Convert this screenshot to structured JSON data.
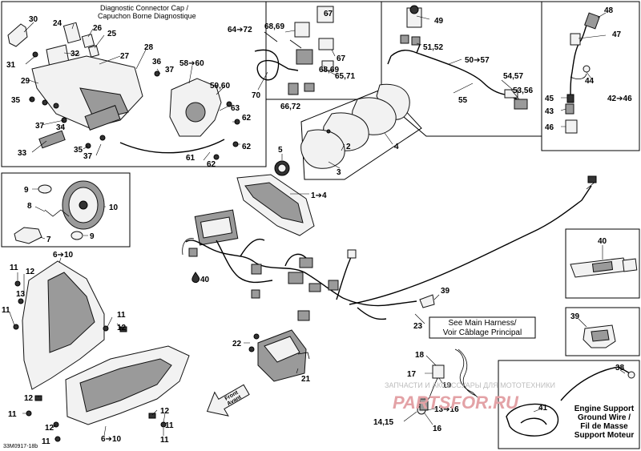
{
  "diagnostic_caption": {
    "line1": "Diagnostic Connector Cap /",
    "line2": "Capuchon Borne Diagnostique"
  },
  "callouts": {
    "c30": "30",
    "c24": "24",
    "c26": "26",
    "c25": "25",
    "c31": "31",
    "c32": "32",
    "c27": "27",
    "c28": "28",
    "c36": "36",
    "c37a": "37",
    "c29": "29",
    "c35": "35",
    "c37b": "37",
    "c34": "34",
    "c33": "33",
    "c35b": "35",
    "c37c": "37",
    "c58_60": "58➔60",
    "c59_60": "59,60",
    "c63": "63",
    "c62a": "62",
    "c62b": "62",
    "c61": "61",
    "c62c": "62",
    "c64_72": "64➔72",
    "c68_69a": "68,69",
    "c67a": "67",
    "c68_69b": "68,69",
    "c67b": "67",
    "c65_71": "65,71",
    "c70": "70",
    "c66_72": "66,72",
    "c49": "49",
    "c51_52": "51,52",
    "c50_57": "50➔57",
    "c54_57": "54,57",
    "c53_56": "53,56",
    "c55": "55",
    "c48": "48",
    "c47": "47",
    "c44": "44",
    "c42_46": "42➔46",
    "c45": "45",
    "c43": "43",
    "c46": "46",
    "c5": "5",
    "c2": "2",
    "c3": "3",
    "c4": "4",
    "c1_4": "1➔4",
    "c9a": "9",
    "c10": "10",
    "c8": "8",
    "c7": "7",
    "c9b": "9",
    "c6_10a": "6➔10",
    "c11a": "11",
    "c12a": "12",
    "c11b": "11",
    "c13": "13",
    "c11c": "11",
    "c40a": "40",
    "c40b": "40",
    "c39a": "39",
    "c39b": "39",
    "c23": "23",
    "c22": "22",
    "c21": "21",
    "c18": "18",
    "c17": "17",
    "c19": "19",
    "c13_16": "13➔16",
    "c14_15": "14,15",
    "c16": "16",
    "c41": "41",
    "c38": "38",
    "c11d": "11",
    "c12b": "12",
    "c12c": "12",
    "c11e": "11",
    "c12d": "12",
    "c11f": "11",
    "c6_10b": "6➔10",
    "c11g": "11"
  },
  "main_harness": {
    "line1": "See Main Harness/",
    "line2": "Voir Câblage Principal"
  },
  "engine_support": {
    "line1": "Engine Support",
    "line2": "Ground Wire /",
    "line3": "Fil de Masse",
    "line4": "Support Moteur"
  },
  "front": {
    "line1": "Front",
    "line2": "Avant"
  },
  "part_code": "33M0917-18b",
  "watermark": {
    "line1": "ЗАПЧАСТИ И АКСЕССУАРЫ ДЛЯ МОТОТЕХНИКИ",
    "line2": "PARTSFOR.RU"
  },
  "colors": {
    "ink": "#000000",
    "paper": "#ffffff",
    "watermark_red": "#e3a2a6",
    "watermark_grey": "#bdbdbd"
  }
}
